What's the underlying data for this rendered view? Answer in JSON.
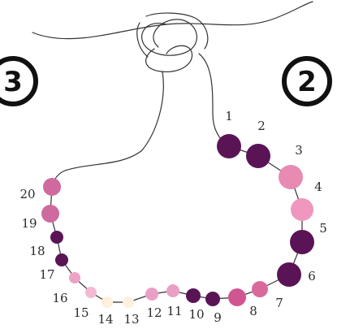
{
  "step_badges": {
    "left": "3",
    "right": "2"
  },
  "beads": [
    {
      "label": "1",
      "color": "#5a1456"
    },
    {
      "label": "2",
      "color": "#5a1456"
    },
    {
      "label": "3",
      "color": "#e98ab2"
    },
    {
      "label": "4",
      "color": "#ef97be"
    },
    {
      "label": "5",
      "color": "#5a1456"
    },
    {
      "label": "6",
      "color": "#5a1456"
    },
    {
      "label": "7",
      "color": "#d76a9c"
    },
    {
      "label": "8",
      "color": "#d05690"
    },
    {
      "label": "9",
      "color": "#5a1456"
    },
    {
      "label": "10",
      "color": "#5a1456"
    },
    {
      "label": "11",
      "color": "#eaa0c4"
    },
    {
      "label": "12",
      "color": "#eaa0c4"
    },
    {
      "label": "13",
      "color": "#fdf0dc"
    },
    {
      "label": "14",
      "color": "#fdf0dc"
    },
    {
      "label": "15",
      "color": "#f3b9d2"
    },
    {
      "label": "16",
      "color": "#eda3c6"
    },
    {
      "label": "17",
      "color": "#5a1456"
    },
    {
      "label": "18",
      "color": "#5a1456"
    },
    {
      "label": "19",
      "color": "#cf6a9e"
    },
    {
      "label": "20",
      "color": "#cf6a9e"
    }
  ],
  "thread_color": "#333333",
  "badge_stroke": "#111111"
}
